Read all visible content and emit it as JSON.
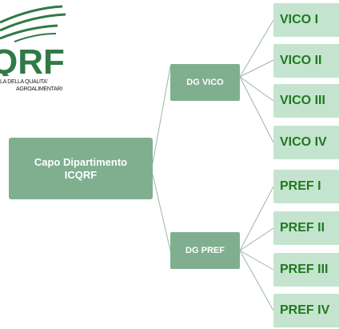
{
  "root": {
    "line1": "Capo Dipartimento",
    "line2": "ICQRF"
  },
  "branches": [
    {
      "label": "DG VICO",
      "children": [
        "VICO I",
        "VICO II",
        "VICO III",
        "VICO IV"
      ]
    },
    {
      "label": "DG PREF",
      "children": [
        "PREF I",
        "PREF II",
        "PREF III",
        "PREF IV"
      ]
    }
  ],
  "logo": {
    "letters": "QRF",
    "caption_line1": "LA DELLA QUALITA'",
    "caption_line2": "AGROALIMENTARI"
  },
  "colors": {
    "node_dark": "#7faf8f",
    "node_light": "#c5e4cf",
    "leaf_text": "#1e7a1e",
    "logo_green": "#2f7a45",
    "connector": "#9ab8a3"
  }
}
